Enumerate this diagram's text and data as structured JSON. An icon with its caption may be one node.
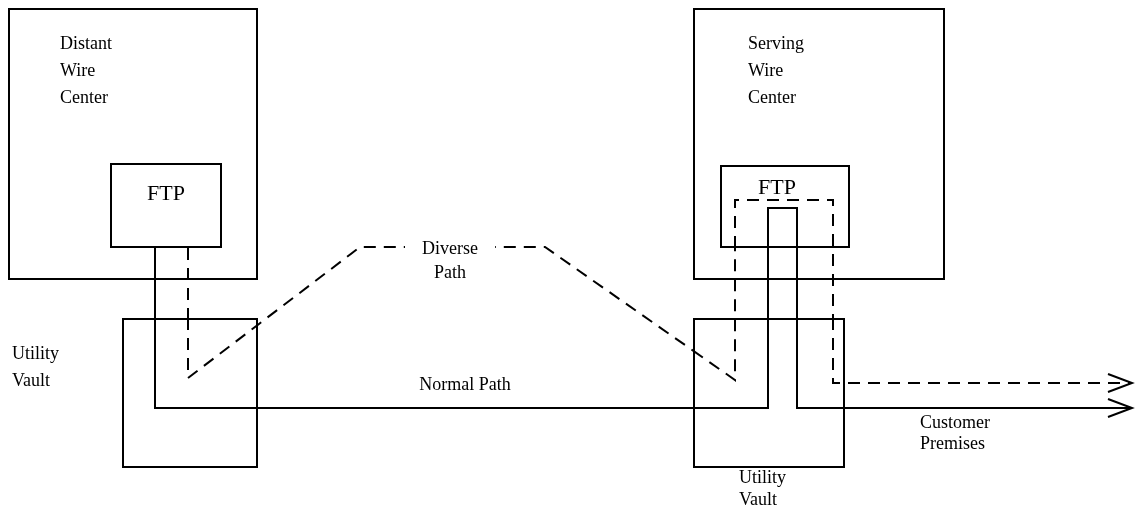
{
  "diagram": {
    "nodes": [
      {
        "text": [
          "Distant Wire Center"
        ]
      },
      {
        "text": [
          "FTP"
        ],
        "in": 0
      },
      {
        "text": [
          "Utility Vault"
        ]
      },
      {
        "text": [
          "Serving Wire Center"
        ]
      },
      {
        "text": [
          "FTP"
        ],
        "in": 3
      },
      {
        "text": [
          "Utility Vault"
        ]
      }
    ],
    "edges": [
      {
        "from": 1,
        "to": 2,
        "arrow": "none"
      },
      {
        "from": 2,
        "to": 5,
        "arrow": "none",
        "label": "Normal Path"
      },
      {
        "from": 5,
        "to": 4,
        "arrow": "none"
      },
      {
        "from": 4,
        "to": 5,
        "arrow": "none"
      },
      {
        "from": 5,
        "to": null,
        "arrow": "to"
      },
      {
        "from": 1,
        "to": 2,
        "arrow": "none",
        "style": "dashed"
      },
      {
        "from": 2,
        "to": 5,
        "arrow": "none",
        "label": "Diverse Path",
        "style": "dashed"
      },
      {
        "from": 5,
        "to": 4,
        "arrow": "none",
        "style": "dashed"
      },
      {
        "from": 4,
        "to": 5,
        "arrow": "none",
        "style": "dashed"
      },
      {
        "from": 5,
        "to": null,
        "arrow": "to",
        "style": "dashed"
      }
    ],
    "labels": [
      "Customer Premises"
    ]
  }
}
